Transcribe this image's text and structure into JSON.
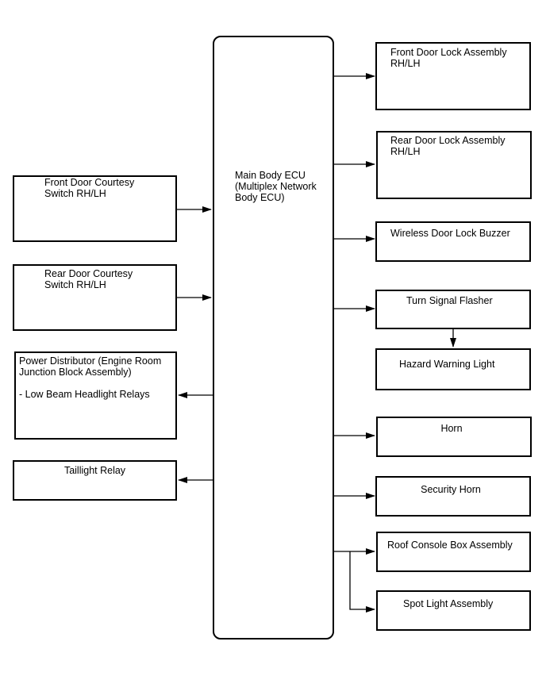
{
  "ecu": {
    "label": "Main Body ECU\n(Multiplex Network\nBody ECU)"
  },
  "inputs": [
    {
      "label": "Front Door Courtesy\nSwitch RH/LH"
    },
    {
      "label": "Rear Door Courtesy\nSwitch RH/LH"
    }
  ],
  "left_outputs": [
    {
      "label": "Power Distributor (Engine Room\nJunction Block Assembly)\n\n- Low Beam Headlight Relays"
    },
    {
      "label": "Taillight Relay"
    }
  ],
  "right_outputs": [
    {
      "label": "Front Door Lock Assembly\nRH/LH"
    },
    {
      "label": "Rear Door Lock Assembly\nRH/LH"
    },
    {
      "label": "Wireless Door Lock Buzzer"
    },
    {
      "label": "Turn  Signal Flasher"
    },
    {
      "label": "Hazard Warning Light"
    },
    {
      "label": "Horn"
    },
    {
      "label": "Security Horn"
    },
    {
      "label": "Roof Console Box Assembly"
    },
    {
      "label": "Spot Light Assembly"
    }
  ]
}
